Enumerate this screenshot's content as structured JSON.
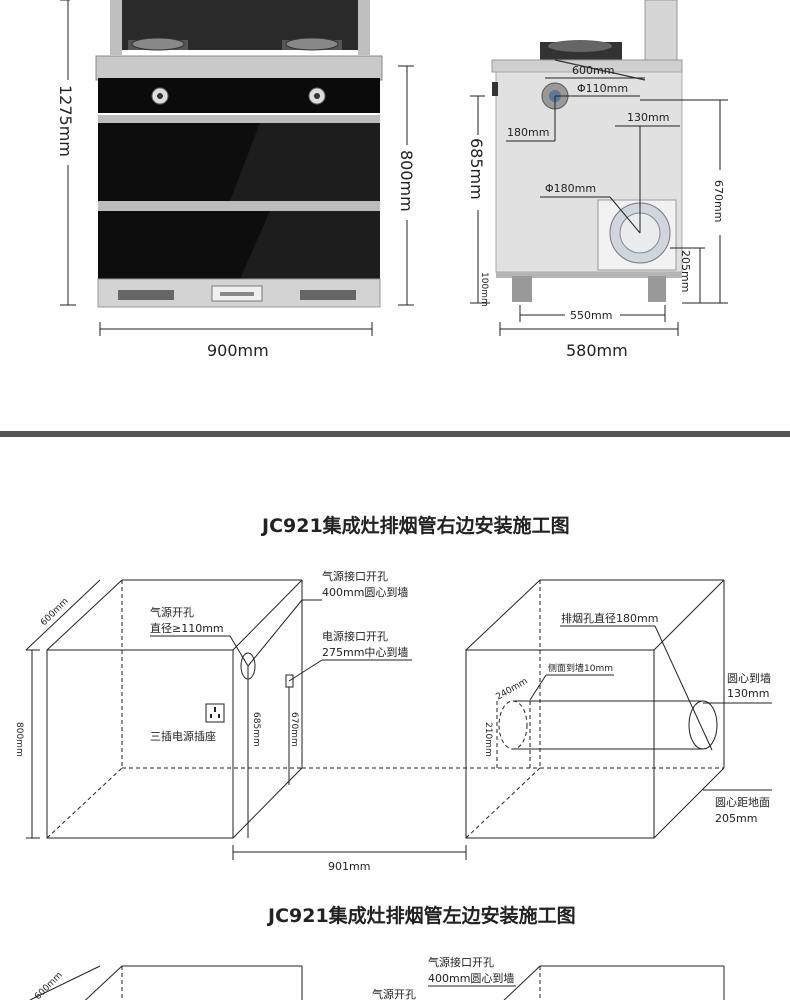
{
  "product": {
    "dims": {
      "height_total": "1275mm",
      "height_body": "800mm",
      "width_front": "900mm",
      "depth_side": "580mm",
      "depth_inner": "550mm",
      "side_600": "600mm",
      "pipe_110": "Φ110mm",
      "offset_180": "180mm",
      "offset_130": "130mm",
      "pipe_180": "Φ180mm",
      "height_685": "685mm",
      "height_670": "670mm",
      "height_205": "205mm",
      "height_100": "100mm"
    }
  },
  "right_install": {
    "title": "JC921集成灶排烟管右边安装施工图",
    "gas_hole_title": "气源接口开孔",
    "gas_hole_spec": "400mm圆心到墙",
    "gas_open_title": "气源开孔",
    "gas_open_spec": "直径≥110mm",
    "power_title": "电源接口开孔",
    "power_spec": "275mm中心到墙",
    "socket_label": "三插电源插座",
    "depth": "600mm",
    "height": "800mm",
    "h685": "685mm",
    "h670": "670mm",
    "width": "901mm",
    "exhaust_label": "排烟孔直径180mm",
    "side_wall": "侧面到墙10mm",
    "d240": "240mm",
    "d210": "210mm",
    "center_wall_title": "圆心到墙",
    "center_wall_val": "130mm",
    "center_floor_title": "圆心距地面",
    "center_floor_val": "205mm"
  },
  "left_install": {
    "title": "JC921集成灶排烟管左边安装施工图",
    "gas_hole_title": "气源接口开孔",
    "gas_hole_spec": "400mm圆心到墙",
    "gas_open_title": "气源开孔",
    "depth": "600mm"
  }
}
